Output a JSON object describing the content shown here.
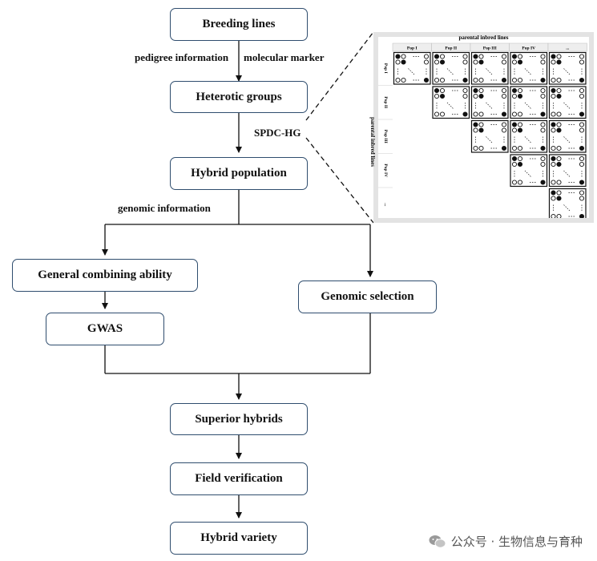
{
  "flow": {
    "breeding_lines": "Breeding lines",
    "heterotic_groups": "Heterotic groups",
    "hybrid_population": "Hybrid population",
    "gca": "General combining ability",
    "gwas": "GWAS",
    "genomic_selection": "Genomic selection",
    "superior_hybrids": "Superior hybrids",
    "field_verification": "Field verification",
    "hybrid_variety": "Hybrid variety"
  },
  "labels": {
    "pedigree": "pedigree information",
    "molecular": "molecular marker",
    "spdc": "SPDC-HG",
    "genomic_info": "genomic information"
  },
  "matrix": {
    "top_title": "parental inbred lines",
    "side_title": "parental inbred lines",
    "columns": [
      "Pop I",
      "Pop II",
      "Pop III",
      "Pop IV",
      "..."
    ],
    "rows": [
      "Pop I",
      "Pop II",
      "Pop III",
      "Pop IV",
      "..."
    ]
  },
  "watermark": {
    "text": "公众号 · 生物信息与育种"
  },
  "colors": {
    "box_border": "#2f4d6e",
    "matrix_bg": "#e3e3e3"
  }
}
